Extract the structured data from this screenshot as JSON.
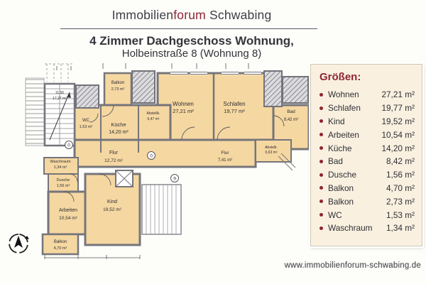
{
  "header": {
    "brand_prefix": "Immobilien",
    "brand_accent": "forum",
    "brand_suffix": " Schwabing"
  },
  "title": {
    "line1": "4 Zimmer Dachgeschoss Wohnung,",
    "line2": "Holbeinstraße 8 (Wohnung 8)"
  },
  "plan": {
    "rooms": {
      "wohnen": {
        "name": "Wohnen",
        "area": "27,21 m²"
      },
      "schlafen": {
        "name": "Schlafen",
        "area": "19,77 m²"
      },
      "kueche": {
        "name": "Küche",
        "area": "14,20 m²"
      },
      "wc": {
        "name": "WC",
        "area": "1,53 m²"
      },
      "bad": {
        "name": "Bad",
        "area": "8,42 m²"
      },
      "balkon_top": {
        "name": "Balkon",
        "area": "2,73 m²"
      },
      "abstellk": {
        "name": "Abstellk.",
        "area": "6,47 m²"
      },
      "flur_main": {
        "name": "Flur",
        "area": "12,72 m²"
      },
      "flur_small": {
        "name": "Flur",
        "area": "7,41 m²"
      },
      "abstellr": {
        "name": "Abstellr.",
        "area": "0,63 m²"
      },
      "stairwell": {
        "name": "11,56",
        "area": "17,27 m²"
      },
      "waschraum": {
        "name": "Waschraum",
        "area": "1,34 m²"
      },
      "dusche": {
        "name": "Dusche",
        "area": "1,56 m²"
      },
      "arbeiten": {
        "name": "Arbeiten",
        "area": "10,54 m²"
      },
      "kind": {
        "name": "Kind",
        "area": "19,52 m²"
      },
      "balkon_bottom": {
        "name": "Balkon",
        "area": "4,70 m²"
      }
    },
    "markers": {
      "zero": "0",
      "nine": "9"
    }
  },
  "sizes_panel": {
    "title": "Größen:",
    "items": [
      {
        "label": "Wohnen",
        "area": "27,21 m²"
      },
      {
        "label": "Schlafen",
        "area": "19,77 m²"
      },
      {
        "label": "Kind",
        "area": "19,52 m²"
      },
      {
        "label": "Arbeiten",
        "area": "10,54 m²"
      },
      {
        "label": "Küche",
        "area": "14,20 m²"
      },
      {
        "label": "Bad",
        "area": "8,42 m²"
      },
      {
        "label": "Dusche",
        "area": "1,56 m²"
      },
      {
        "label": "Balkon",
        "area": "4,70 m²"
      },
      {
        "label": "Balkon",
        "area": "2,73 m²"
      },
      {
        "label": "WC",
        "area": "1,53 m²"
      },
      {
        "label": "Waschraum",
        "area": "1,34 m²"
      }
    ]
  },
  "footer": {
    "website": "www.immobilienforum-schwabing.de"
  },
  "colors": {
    "accent_red": "#8e2433",
    "room_fill": "#f5d7a1",
    "wall_gray": "#75757b",
    "panel_bg": "#f9f0e0"
  }
}
